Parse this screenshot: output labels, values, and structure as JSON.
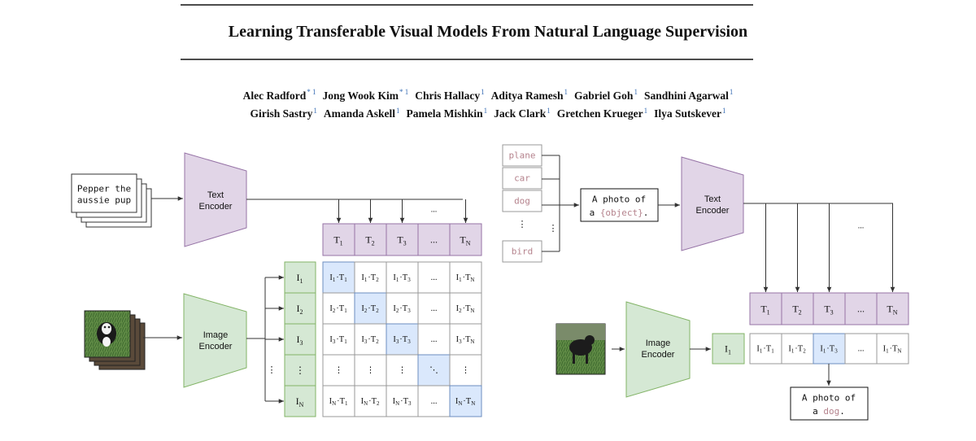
{
  "paper": {
    "title": "Learning Transferable Visual Models From Natural Language Supervision",
    "authors_line1": [
      {
        "name": "Alec Radford",
        "mark": "* 1"
      },
      {
        "name": "Jong Wook Kim",
        "mark": "* 1"
      },
      {
        "name": "Chris Hallacy",
        "mark": "1"
      },
      {
        "name": "Aditya Ramesh",
        "mark": "1"
      },
      {
        "name": "Gabriel Goh",
        "mark": "1"
      },
      {
        "name": "Sandhini Agarwal",
        "mark": "1"
      }
    ],
    "authors_line2": [
      {
        "name": "Girish Sastry",
        "mark": "1"
      },
      {
        "name": "Amanda Askell",
        "mark": "1"
      },
      {
        "name": "Pamela Mishkin",
        "mark": "1"
      },
      {
        "name": "Jack Clark",
        "mark": "1"
      },
      {
        "name": "Gretchen Krueger",
        "mark": "1"
      },
      {
        "name": "Ilya Sutskever",
        "mark": "1"
      }
    ]
  },
  "figure": {
    "colors": {
      "text_encoder": "#e1d5e7",
      "text_encoder_border": "#9673a6",
      "image_encoder": "#d5e8d4",
      "image_encoder_border": "#82b366",
      "highlight": "#dae8fc",
      "highlight_border": "#6c8ebf",
      "pink_text": "#b5838d"
    },
    "left": {
      "text_input": [
        "Pepper the",
        "aussie pup"
      ],
      "text_encoder_label": [
        "Text",
        "Encoder"
      ],
      "image_encoder_label": [
        "Image",
        "Encoder"
      ],
      "image_icon": "dog-photo-stack-icon",
      "t_labels": [
        "T1",
        "T2",
        "T3",
        "...",
        "TN"
      ],
      "i_labels": [
        "I1",
        "I2",
        "I3",
        "⋮",
        "IN"
      ],
      "matrix": [
        [
          "I1·T1",
          "I1·T2",
          "I1·T3",
          "...",
          "I1·TN"
        ],
        [
          "I2·T1",
          "I2·T2",
          "I2·T3",
          "...",
          "I2·TN"
        ],
        [
          "I3·T1",
          "I3·T2",
          "I3·T3",
          "...",
          "I3·TN"
        ],
        [
          "⋮",
          "⋮",
          "⋮",
          "⋱",
          "⋮"
        ],
        [
          "IN·T1",
          "IN·T2",
          "IN·T3",
          "...",
          "IN·TN"
        ]
      ],
      "ellipsis": "..."
    },
    "right": {
      "classes": [
        "plane",
        "car",
        "dog",
        "⋮",
        "bird"
      ],
      "side_dots": "⋮",
      "template_prefix": "A photo of",
      "template_pre": "a ",
      "template_object": "{object}",
      "template_post": ".",
      "text_encoder_label": [
        "Text",
        "Encoder"
      ],
      "image_encoder_label": [
        "Image",
        "Encoder"
      ],
      "image_icon": "dog-photo-icon",
      "t_labels": [
        "T1",
        "T2",
        "T3",
        "...",
        "TN"
      ],
      "i_label": "I1",
      "row": [
        "I1·T1",
        "I1·T2",
        "I1·T3",
        "...",
        "I1·TN"
      ],
      "ellipsis": "...",
      "output_line1": "A photo of",
      "output_pre": "a ",
      "output_object": "dog",
      "output_post": "."
    }
  }
}
